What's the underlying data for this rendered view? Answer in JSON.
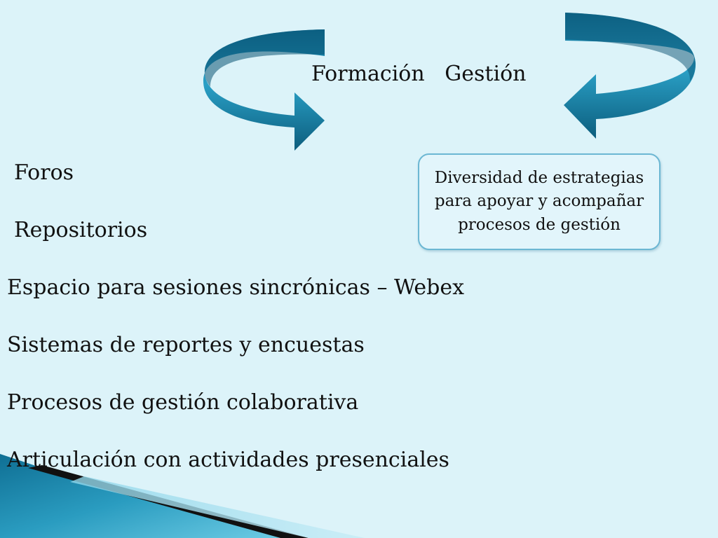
{
  "slide": {
    "heading": "Formación   Gestión",
    "box_text": "Diversidad de estrategias para apoyar y acompañar procesos de gestión",
    "items": [
      "Foros",
      "Repositorios",
      "Espacio para sesiones sincrónicas – Webex",
      "Sistemas de reportes y encuestas",
      "Procesos de gestión colaborativa",
      "Articulación con actividades presenciales"
    ]
  },
  "colors": {
    "background": "#dcf3f9",
    "arrow": "#1a85a8",
    "box_border": "#6cb7d3"
  },
  "icons": {
    "left_arrow": "curved-arrow-right-icon",
    "right_arrow": "curved-arrow-left-icon"
  }
}
